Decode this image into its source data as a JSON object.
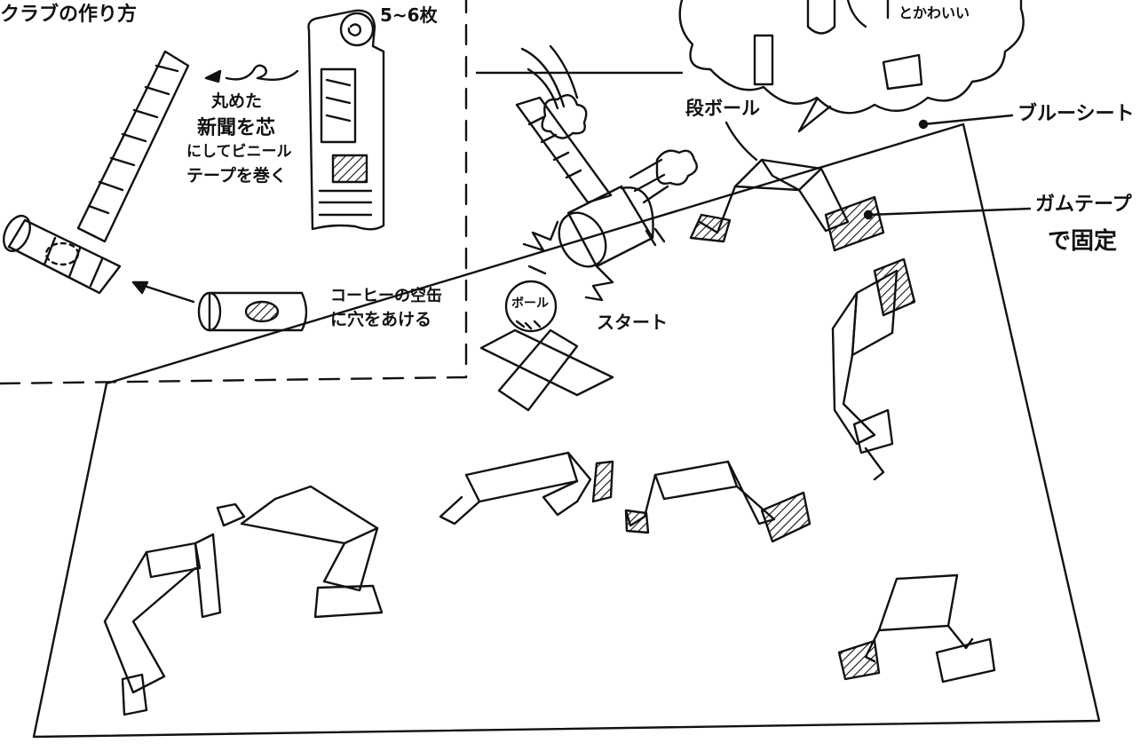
{
  "colors": {
    "ink": "#111111",
    "paper": "#ffffff"
  },
  "labels": {
    "club_title": "クラブの作り方",
    "sheets_count": "5~6枚",
    "rolled_newspaper": "丸めた",
    "newspaper_core": "新聞を芯",
    "vinyl_tape": "にしてビニール",
    "wrap_tape": "テープを巻く",
    "coffee_can": "コーヒーの空缶",
    "drill_hole": "に穴をあける",
    "cardboard": "段ボール",
    "blue_sheet": "ブルーシート",
    "gum_tape": "ガムテープ",
    "fixed": "で固定",
    "cute": "とかわいい",
    "ball": "ボール",
    "start": "スタート"
  }
}
